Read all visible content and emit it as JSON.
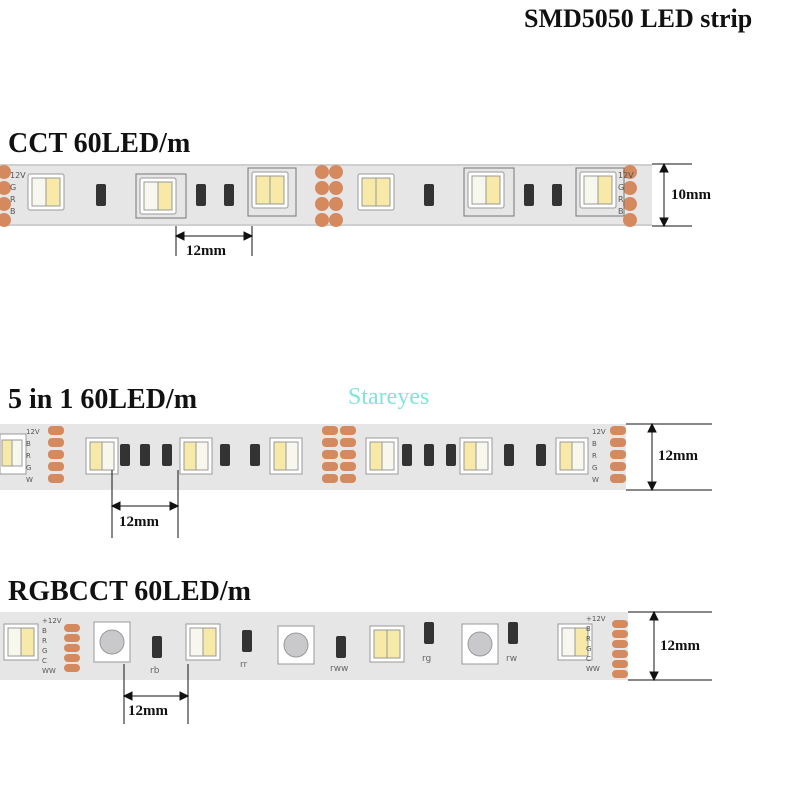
{
  "header": {
    "title": "SMD5050 LED strip"
  },
  "watermark": "Stareyes",
  "strips": [
    {
      "label": "CCT 60LED/m",
      "width": "10mm",
      "pitch": "12mm",
      "pads": [
        "12V",
        "G",
        "R",
        "B"
      ]
    },
    {
      "label": "5 in 1 60LED/m",
      "width": "12mm",
      "pitch": "12mm",
      "pads": [
        "12V",
        "B",
        "R",
        "G",
        "W"
      ]
    },
    {
      "label": "RGBCCT 60LED/m",
      "width": "12mm",
      "pitch": "12mm",
      "pads": [
        "+12V",
        "B",
        "R",
        "G",
        "C",
        "WW"
      ],
      "resistor_labels": [
        "rb",
        "rr",
        "rww",
        "rg",
        "rw"
      ]
    }
  ],
  "colors": {
    "strip_base": "#e4e4e4",
    "pad": "#d08a5c",
    "warm_led": "#f7e9a8",
    "cool_led": "#f7f7ee",
    "rgb_led": "#c9c9cc"
  }
}
